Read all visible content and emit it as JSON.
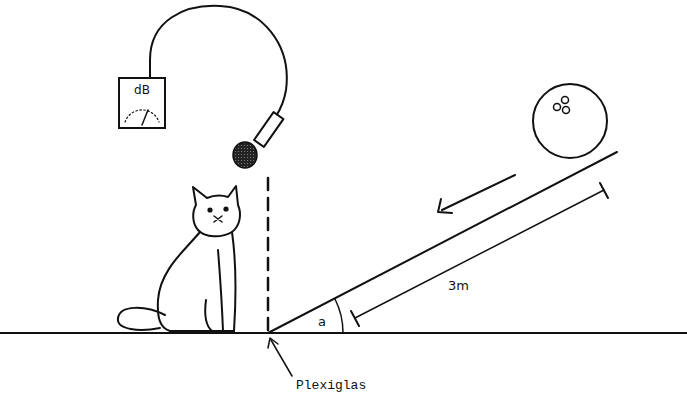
{
  "diagram": {
    "nodes": [
      {
        "text": [
          "dB"
        ]
      }
    ],
    "labels": [
      "3m",
      "a",
      "Plexiglas"
    ]
  }
}
